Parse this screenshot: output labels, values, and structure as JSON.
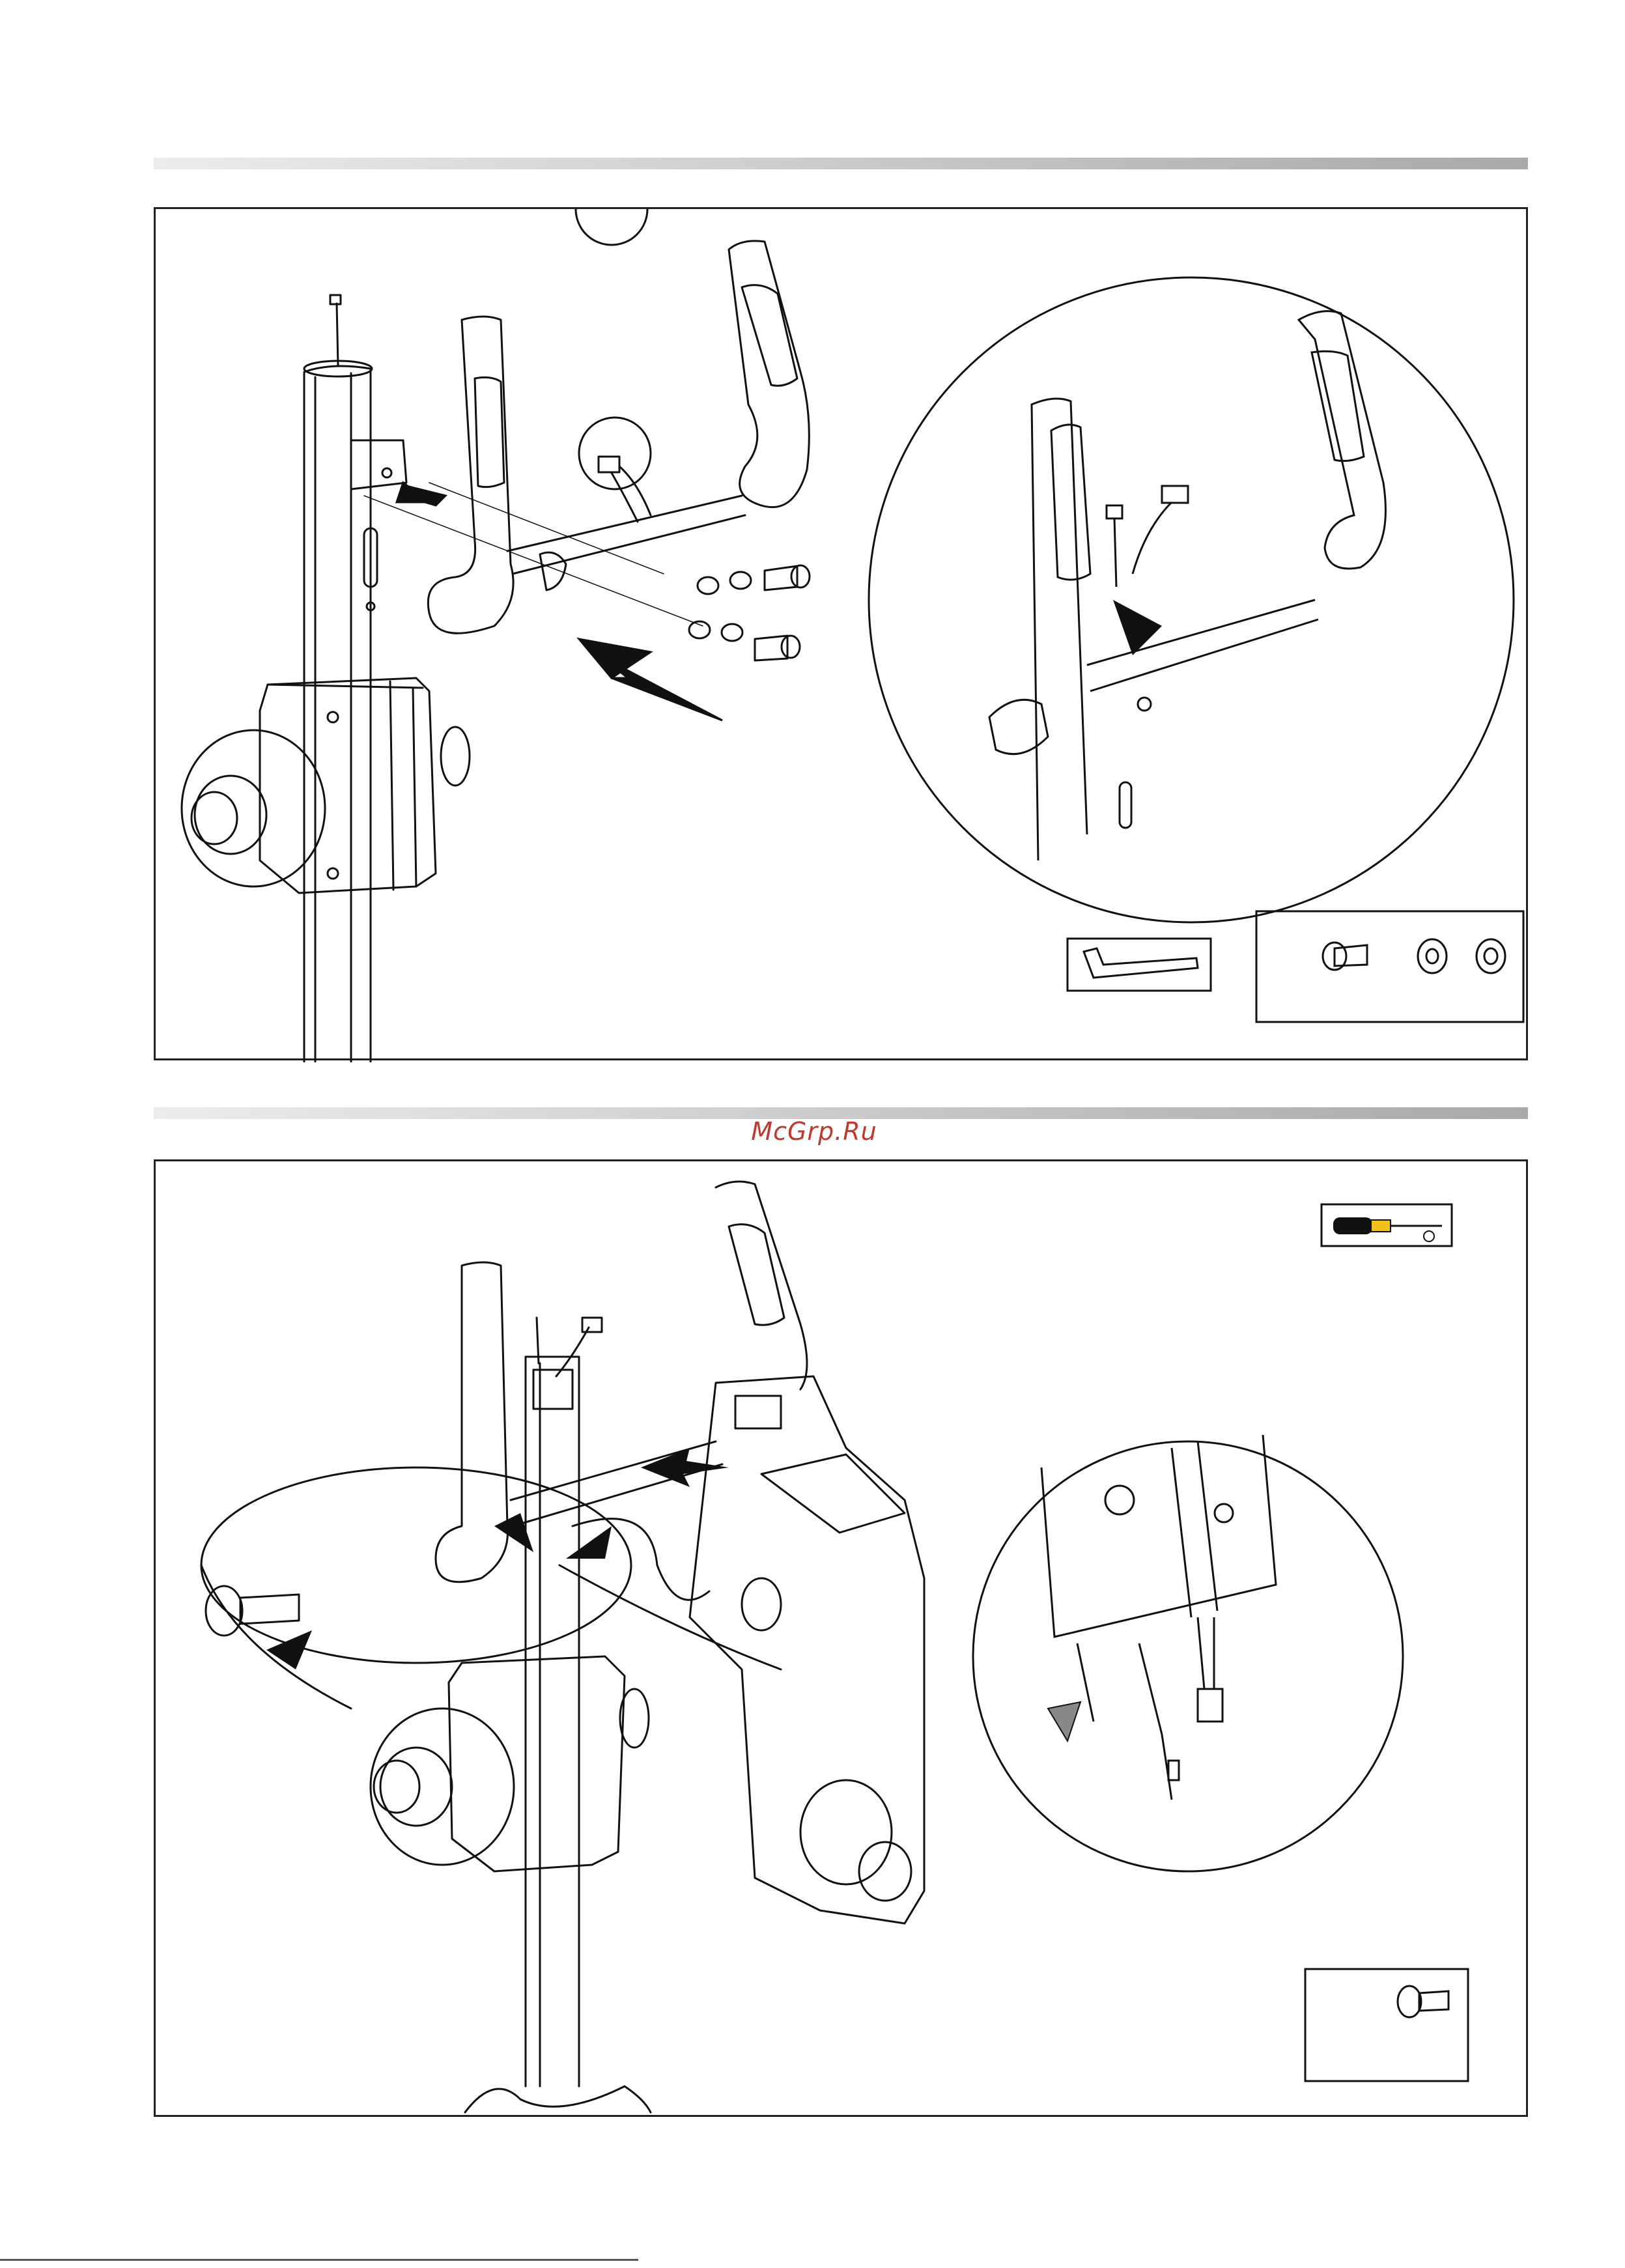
{
  "watermark": {
    "text": "McGrp.Ru",
    "color": "#c0392b"
  },
  "steps": [
    {
      "id": "step-upper",
      "parts": [
        "hex-key-icon",
        "hex-bolt-icon",
        "flat-washer-icon",
        "spring-washer-icon"
      ]
    },
    {
      "id": "step-lower",
      "parts": [
        "phillips-screwdriver-icon",
        "pan-head-screw-icon"
      ]
    }
  ],
  "colors": {
    "line": "#111111",
    "bar_light": "#ececec",
    "bar_dark": "#a9a9a9",
    "handle_yellow": "#f2c01a"
  }
}
